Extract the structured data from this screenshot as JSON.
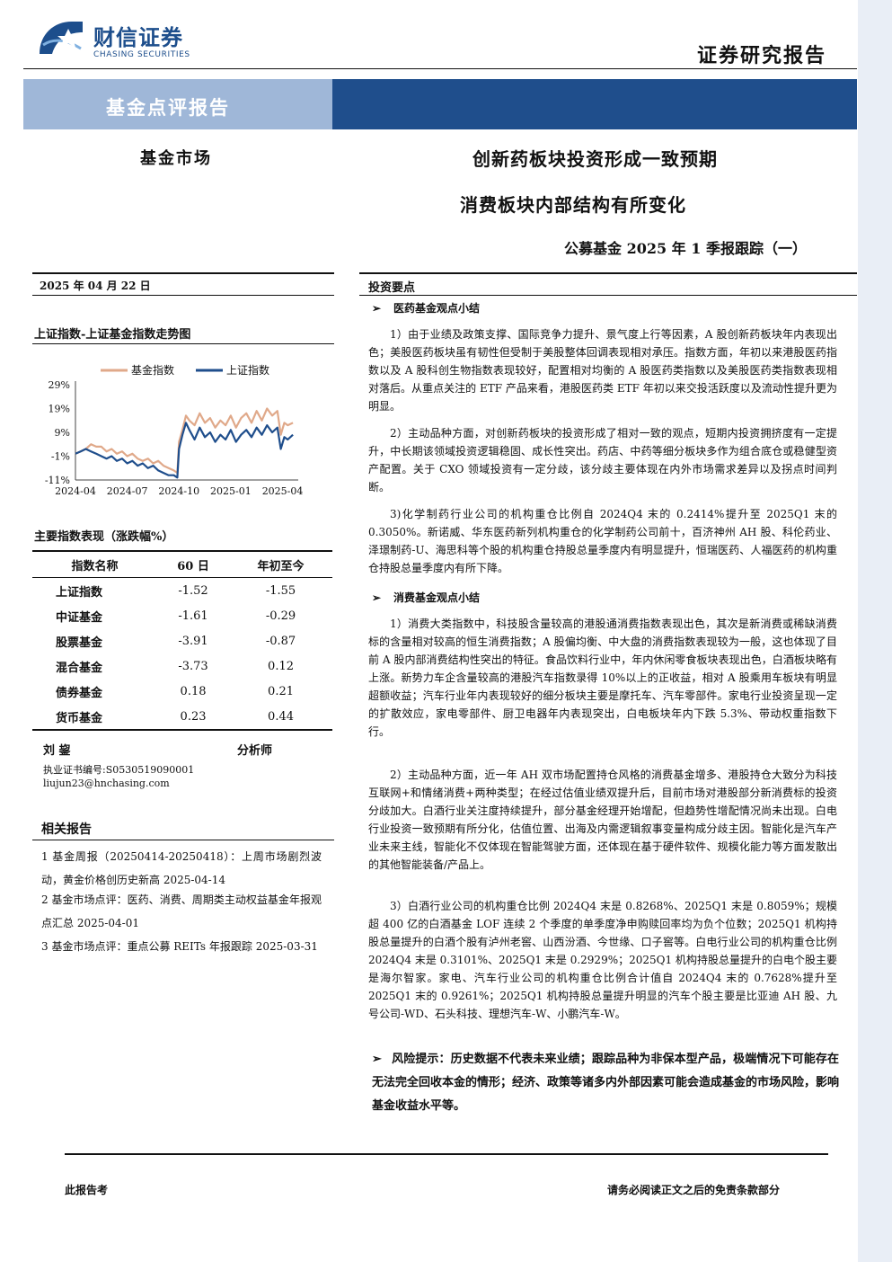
{
  "header": {
    "company_cn": "财信证券",
    "company_en": "CHASING SECURITIES",
    "report_type": "证券研究报告",
    "banner": "基金点评报告",
    "sector": "基金市场",
    "title_line1": "创新药板块投资形成一致预期",
    "title_line2": "消费板块内部结构有所变化",
    "subtitle": "公募基金 2025 年 1 季报跟踪（一）",
    "colors": {
      "banner_light": "#9fb7d8",
      "banner_dark": "#1f4e8c",
      "logo": "#1d4e8c"
    }
  },
  "date": "2025 年 04 月 22 日",
  "chart_title": "上证指数-上证基金指数走势图",
  "chart_data": {
    "type": "line",
    "title": "",
    "xlabel": "",
    "ylabel": "",
    "y_ticks": [
      "29%",
      "19%",
      "9%",
      "-1%",
      "-11%"
    ],
    "x_ticks": [
      "2024-04",
      "2024-07",
      "2024-10",
      "2025-01",
      "2025-04"
    ],
    "ylim": [
      -11,
      29
    ],
    "x_range": [
      0,
      12.7
    ],
    "legend_position": "top",
    "series": [
      {
        "name": "基金指数",
        "color": "#e0a98a",
        "x": [
          0,
          0.3,
          0.6,
          0.9,
          1.2,
          1.5,
          1.8,
          2.1,
          2.4,
          2.7,
          3.0,
          3.3,
          3.6,
          3.9,
          4.2,
          4.5,
          4.8,
          5.1,
          5.4,
          5.7,
          5.9,
          6.0,
          6.2,
          6.4,
          6.6,
          6.9,
          7.2,
          7.5,
          7.8,
          8.1,
          8.4,
          8.7,
          9.0,
          9.3,
          9.6,
          9.9,
          10.2,
          10.5,
          10.8,
          11.1,
          11.4,
          11.7,
          11.9,
          12.1,
          12.3,
          12.6
        ],
        "y": [
          0,
          1,
          2,
          4,
          3,
          3,
          1,
          2,
          0,
          1,
          -1,
          0,
          -2,
          -3,
          -2,
          -4,
          -3,
          -5,
          -6,
          -7,
          -8,
          5,
          10,
          16,
          14,
          12,
          17,
          13,
          15,
          11,
          14,
          12,
          16,
          11,
          15,
          17,
          13,
          18,
          14,
          19,
          16,
          18,
          8,
          13,
          12,
          13
        ]
      },
      {
        "name": "上证指数",
        "color": "#1f4e8c",
        "x": [
          0,
          0.3,
          0.6,
          0.9,
          1.2,
          1.5,
          1.8,
          2.1,
          2.4,
          2.7,
          3.0,
          3.3,
          3.6,
          3.9,
          4.2,
          4.5,
          4.8,
          5.1,
          5.4,
          5.7,
          5.9,
          6.0,
          6.2,
          6.4,
          6.6,
          6.9,
          7.2,
          7.5,
          7.8,
          8.1,
          8.4,
          8.7,
          9.0,
          9.3,
          9.6,
          9.9,
          10.2,
          10.5,
          10.8,
          11.1,
          11.4,
          11.7,
          11.9,
          12.1,
          12.3,
          12.6
        ],
        "y": [
          0,
          1,
          2,
          1,
          0,
          -1,
          -2,
          -1,
          -3,
          -2,
          -4,
          -3,
          -5,
          -4,
          -6,
          -5,
          -7,
          -8,
          -9,
          -9,
          -10,
          2,
          8,
          13,
          10,
          6,
          11,
          7,
          9,
          5,
          8,
          6,
          10,
          5,
          8,
          10,
          7,
          11,
          8,
          12,
          9,
          11,
          2,
          7,
          6,
          8
        ]
      }
    ]
  },
  "performance": {
    "title": "主要指数表现（涨跌幅%）",
    "headers": [
      "指数名称",
      "60 日",
      "年初至今"
    ],
    "rows": [
      [
        "上证指数",
        "-1.52",
        "-1.55"
      ],
      [
        "中证基金",
        "-1.61",
        "-0.29"
      ],
      [
        "股票基金",
        "-3.91",
        "-0.87"
      ],
      [
        "混合基金",
        "-3.73",
        "0.12"
      ],
      [
        "债券基金",
        "0.18",
        "0.21"
      ],
      [
        "货币基金",
        "0.23",
        "0.44"
      ]
    ]
  },
  "analyst": {
    "name": "刘  鋆",
    "role": "分析师",
    "cert": "执业证书编号:S0530519090001",
    "email": "liujun23@hnchasing.com"
  },
  "related": {
    "title": "相关报告",
    "items": [
      "1 基金周报（20250414-20250418）：上周市场剧烈波动，黄金价格创历史新高 2025-04-14",
      "2 基金市场点评：医药、消费、周期类主动权益基金年报观点汇总 2025-04-01",
      "3 基金市场点评：重点公募 REITs 年报跟踪 2025-03-31"
    ]
  },
  "main": {
    "section_title": "投资要点",
    "pharma_head": "医药基金观点小结",
    "pharma_paras": [
      "1）由于业绩及政策支撑、国际竞争力提升、景气度上行等因素，A 股创新药板块年内表现出色；美股医药板块虽有韧性但受制于美股整体回调表现相对承压。指数方面，年初以来港股医药指数以及 A 股科创生物指数表现较好，配置相对均衡的 A 股医药类指数以及美股医药类指数表现相对落后。从重点关注的 ETF 产品来看，港股医药类 ETF 年初以来交投活跃度以及流动性提升更为明显。",
      "2）主动品种方面，对创新药板块的投资形成了相对一致的观点，短期内投资拥挤度有一定提升，中长期该领域投资逻辑稳固、成长性突出。药店、中药等细分板块多作为组合底仓或稳健型资产配置。关于 CXO 领域投资有一定分歧，该分歧主要体现在内外市场需求差异以及拐点时间判断。",
      "3)化学制药行业公司的机构重仓比例自 2024Q4 末的 0.2414%提升至 2025Q1 末的 0.3050%。新诺威、华东医药新列机构重仓的化学制药公司前十，百济神州 AH 股、科伦药业、泽璟制药-U、海思科等个股的机构重仓持股总量季度内有明显提升，恒瑞医药、人福医药的机构重仓持股总量季度内有所下降。"
    ],
    "consumer_head": "消费基金观点小结",
    "consumer_paras": [
      "1）消费大类指数中，科技股含量较高的港股通消费指数表现出色，其次是新消费或稀缺消费标的含量相对较高的恒生消费指数；A 股偏均衡、中大盘的消费指数表现较为一般，这也体现了目前 A 股内部消费结构性突出的特征。食品饮料行业中，年内休闲零食板块表现出色，白酒板块略有上涨。新势力车企含量较高的港股汽车指数录得 10%以上的正收益，相对 A 股乘用车板块有明显超额收益；汽车行业年内表现较好的细分板块主要是摩托车、汽车零部件。家电行业投资呈现一定的扩散效应，家电零部件、厨卫电器年内表现突出，白电板块年内下跌 5.3%、带动权重指数下行。",
      "2）主动品种方面，近一年 AH 双市场配置持仓风格的消费基金增多、港股持仓大致分为科技互联网+和情绪消费+两种类型；在经过估值业绩双提升后，目前市场对港股部分新消费标的投资分歧加大。白酒行业关注度持续提升，部分基金经理开始增配，但趋势性增配情况尚未出现。白电行业投资一致预期有所分化，估值位置、出海及内需逻辑叙事变量构成分歧主因。智能化是汽车产业未来主线，智能化不仅体现在智能驾驶方面，还体现在基于硬件软件、规模化能力等方面发散出的其他智能装备/产品上。",
      "3）白酒行业公司的机构重仓比例 2024Q4 末是 0.8268%、2025Q1 末是 0.8059%；规模超 400 亿的白酒基金 LOF 连续 2 个季度的单季度净申购赎回率均为负个位数；2025Q1 机构持股总量提升的白酒个股有泸州老窖、山西汾酒、今世缘、口子窖等。白电行业公司的机构重仓比例 2024Q4 末是 0.3101%、2025Q1 末是 0.2929%；2025Q1 机构持股总量提升的白电个股主要是海尔智家。家电、汽车行业公司的机构重仓比例合计值自 2024Q4 末的 0.7628%提升至 2025Q1 末的 0.9261%；2025Q1 机构持股总量提升明显的汽车个股主要是比亚迪 AH 股、九号公司-WD、石头科技、理想汽车-W、小鹏汽车-W。"
    ],
    "risk": "风险提示：历史数据不代表未来业绩；跟踪品种为非保本型产品，极端情况下可能存在无法完全回收本金的情形；经济、政策等诸多内外部因素可能会造成基金的市场风险，影响基金收益水平等。"
  },
  "footer": {
    "left": "此报告考",
    "right": "请务必阅读正文之后的免责条款部分"
  }
}
